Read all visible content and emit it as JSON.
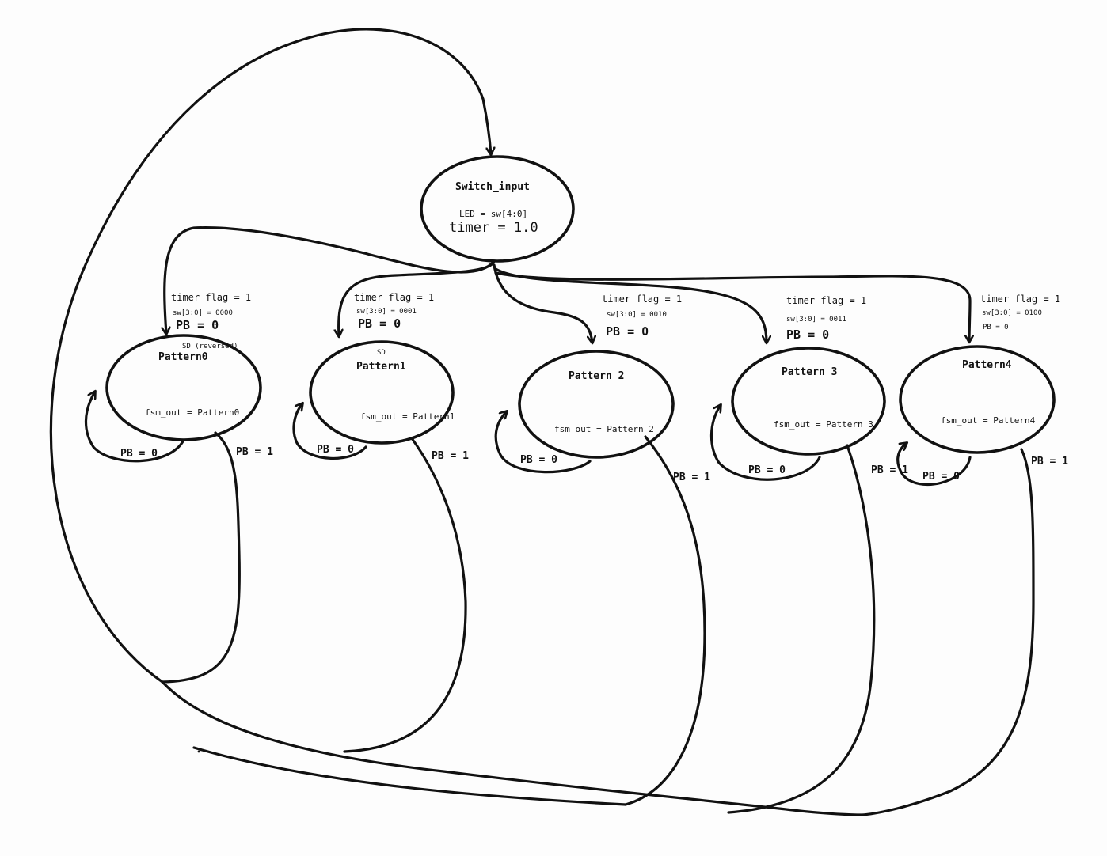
{
  "switch_input": {
    "title": "Switch_input",
    "led": "LED = sw[4:0]",
    "timer": "timer = 1.0"
  },
  "states": [
    {
      "top": "SD (reversed)",
      "name": "Pattern0",
      "output": "fsm_out = Pattern0",
      "cond_line1": "timer flag = 1",
      "cond_line2": "sw[3:0] = 0000",
      "cond_line3": "PB = 0",
      "self_label": "PB = 0",
      "exit_label": "PB = 1"
    },
    {
      "top": "SD",
      "name": "Pattern1",
      "output": "fsm_out = Pattern1",
      "cond_line1": "timer flag = 1",
      "cond_line2": "sw[3:0] = 0001",
      "cond_line3": "PB = 0",
      "self_label": "PB = 0",
      "exit_label": "PB = 1"
    },
    {
      "top": "",
      "name": "Pattern 2",
      "output": "fsm_out = Pattern 2",
      "cond_line1": "timer flag = 1",
      "cond_line2": "sw[3:0] = 0010",
      "cond_line3": "PB = 0",
      "self_label": "PB = 0",
      "exit_label": "PB = 1"
    },
    {
      "top": "",
      "name": "Pattern 3",
      "output": "fsm_out = Pattern 3",
      "cond_line1": "timer flag = 1",
      "cond_line2": "sw[3:0] = 0011",
      "cond_line3": "PB = 0",
      "self_label": "PB = 0",
      "exit_label": "PB = 1"
    },
    {
      "top": "",
      "name": "Pattern4",
      "output": "fsm_out = Pattern4",
      "cond_line1": "timer flag = 1",
      "cond_line2": "sw[3:0] = 0100",
      "cond_line3": "PB = 0",
      "self_label": "PB = 0",
      "exit_label": "PB = 1"
    }
  ]
}
